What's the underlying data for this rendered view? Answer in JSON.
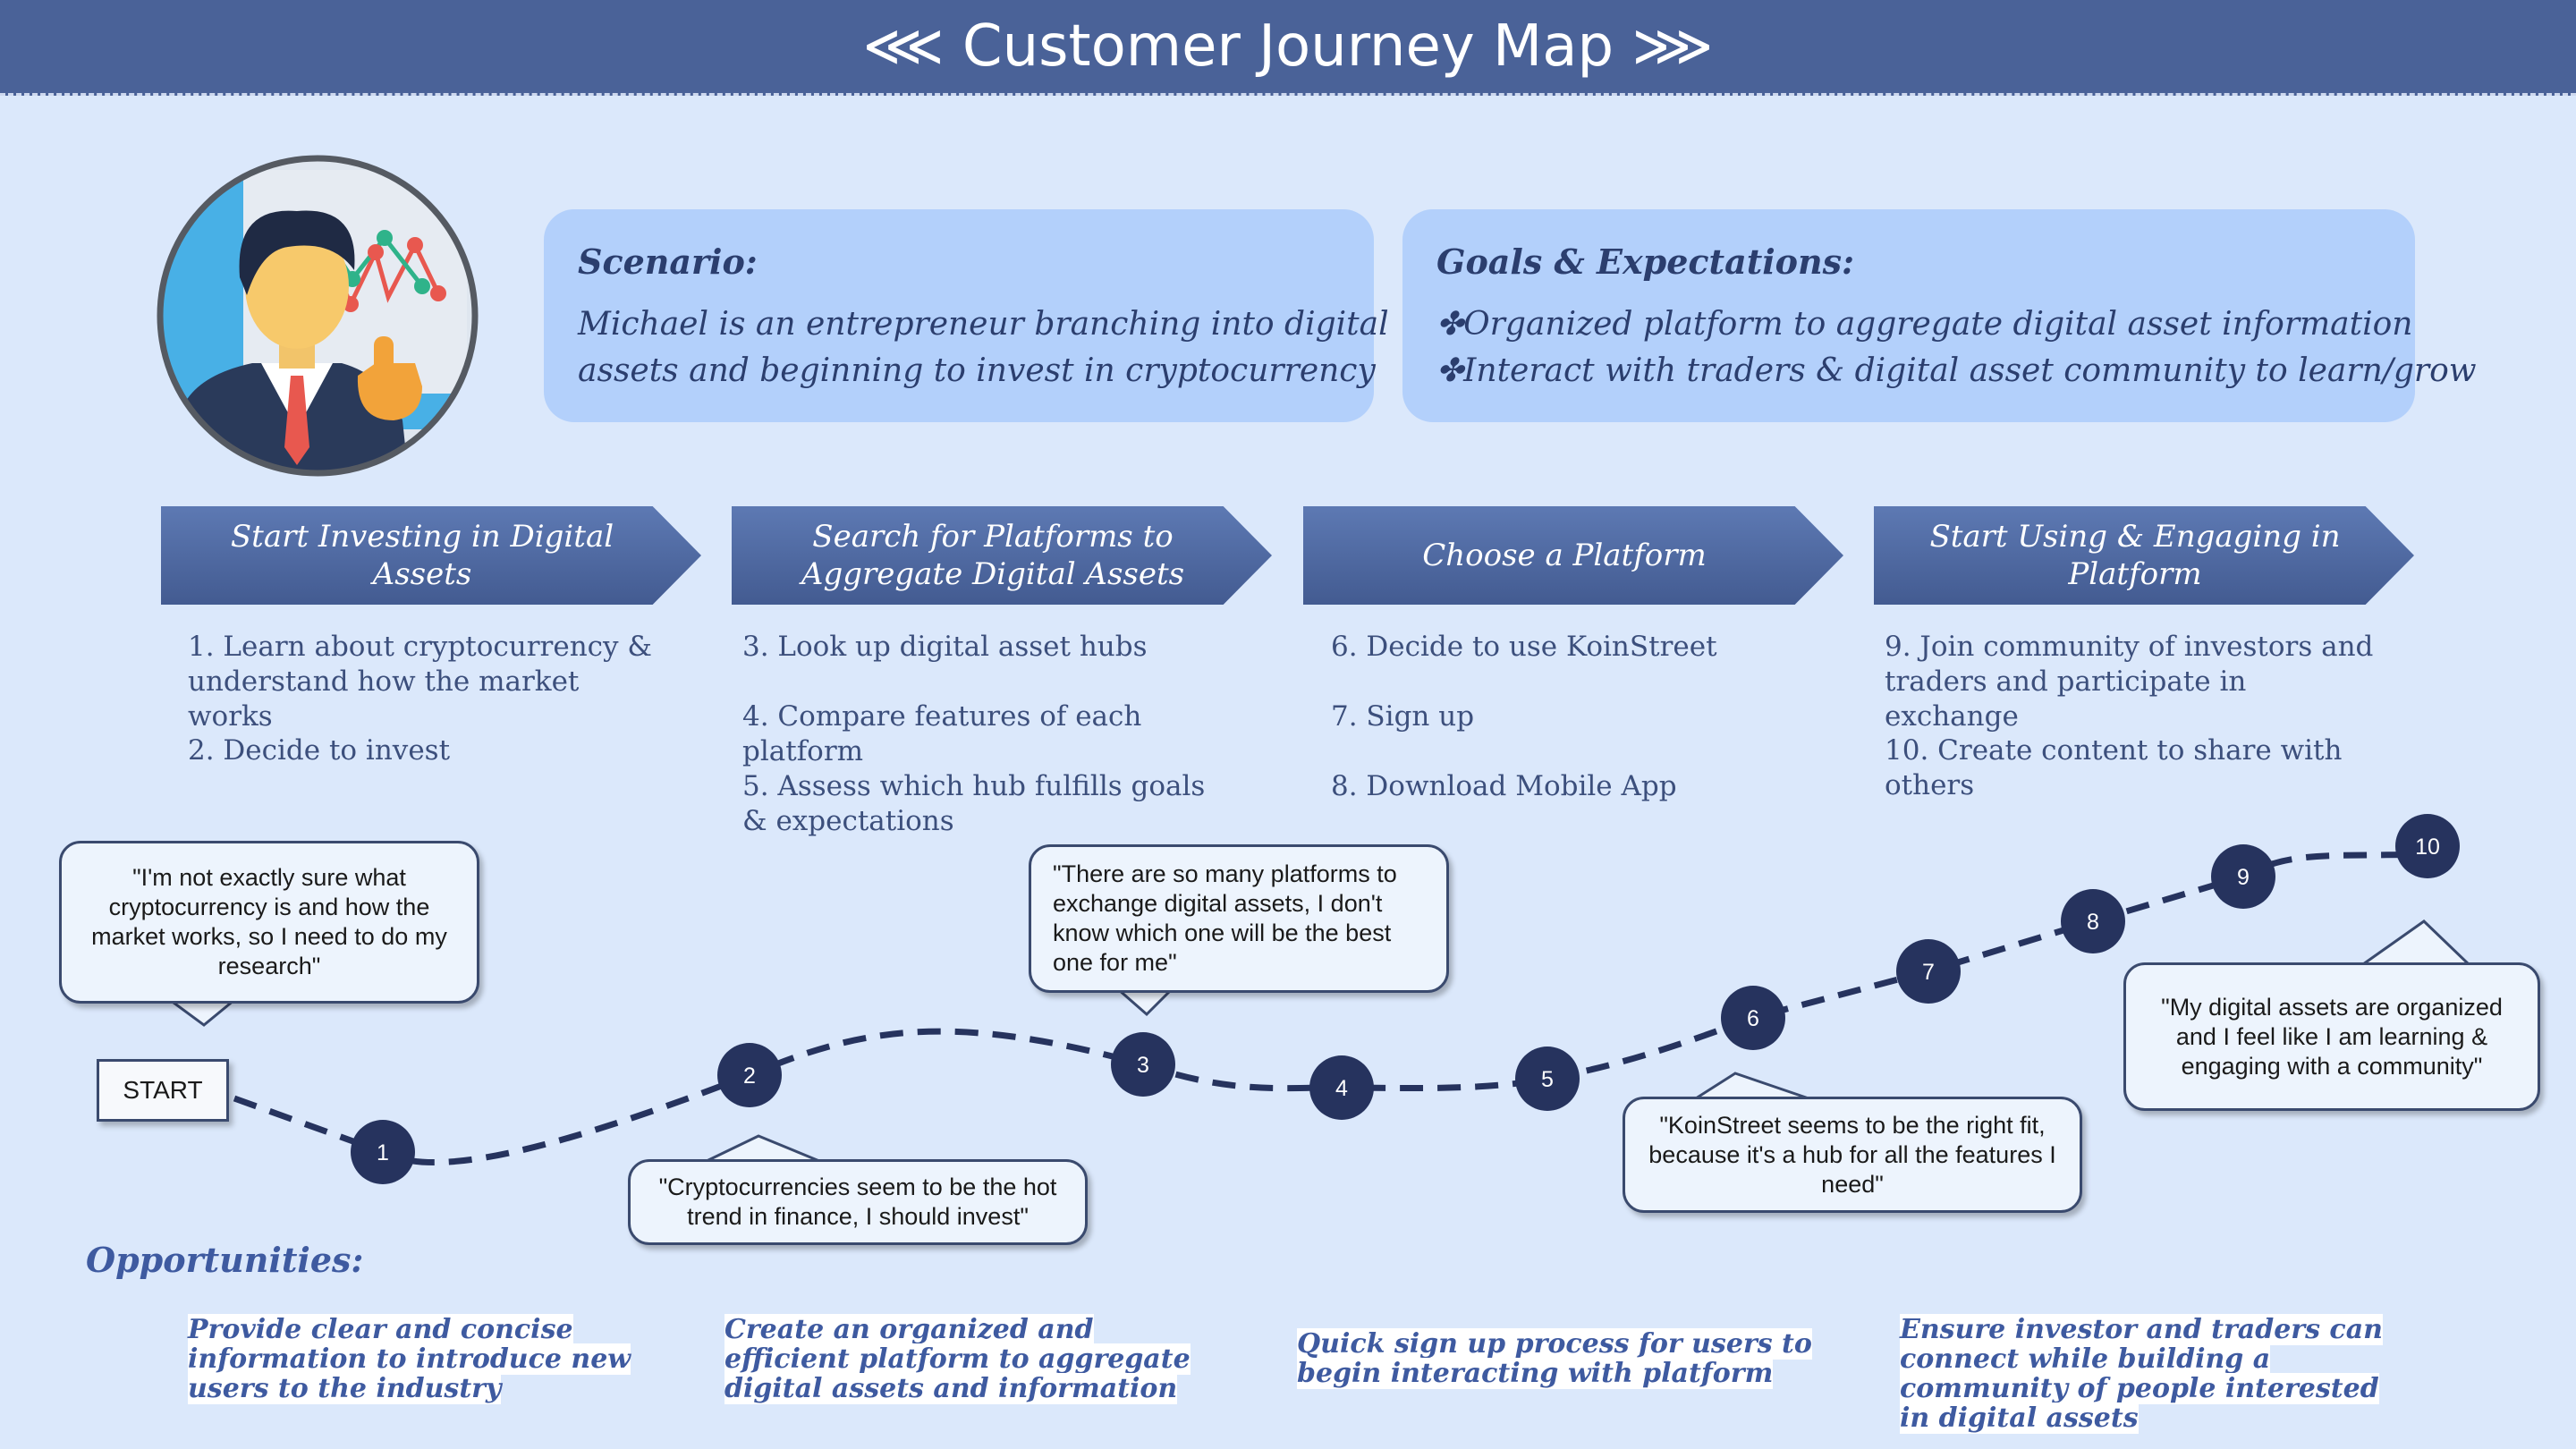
{
  "header": {
    "title": "⋘ Customer Journey Map ⋙"
  },
  "avatar": {
    "icon": "businessman-chart-icon"
  },
  "scenario": {
    "title": "Scenario:",
    "lines": [
      "Michael is an entrepreneur branching into digital",
      "assets and beginning to invest in cryptocurrency"
    ]
  },
  "goals": {
    "title": "Goals & Expectations:",
    "marker": "✤",
    "lines": [
      "Organized platform to aggregate digital asset information",
      "Interact with traders & digital asset community to learn/grow"
    ]
  },
  "stages": [
    {
      "label": "Start Investing in Digital Assets",
      "steps": [
        "1. Learn about cryptocurrency & understand how the market works",
        "2. Decide to invest"
      ]
    },
    {
      "label": "Search for Platforms to Aggregate Digital Assets",
      "steps": [
        "3. Look up digital asset hubs",
        "4. Compare features of each platform",
        "5. Assess which hub fulfills goals & expectations"
      ]
    },
    {
      "label": "Choose a Platform",
      "steps": [
        "6. Decide to use KoinStreet",
        "7.  Sign up",
        "8. Download Mobile App"
      ]
    },
    {
      "label": "Start Using & Engaging in Platform",
      "steps": [
        "9. Join community of investors and traders and participate in exchange",
        "10. Create content to share with others"
      ]
    }
  ],
  "journey": {
    "start": "START",
    "points": [
      "1",
      "2",
      "3",
      "4",
      "5",
      "6",
      "7",
      "8",
      "9",
      "10"
    ],
    "quotes": [
      "\"I'm not exactly sure what cryptocurrency is and how the market works, so I need to do my research\"",
      "\"Cryptocurrencies seem to be the hot trend in finance, I should invest\"",
      "\"There are so many platforms to exchange digital assets, I don't know which one will be the best one for me\"",
      "\"KoinStreet seems to be the right fit, because it's a hub for all the features I need\"",
      "\"My digital assets are organized and I feel like I am learning & engaging with a community\""
    ]
  },
  "opportunities": {
    "title": "Opportunities:",
    "items": [
      "Provide clear and concise information to introduce new users to the industry",
      "Create an organized and efficient platform to aggregate digital assets and information",
      "Quick sign up process for users to begin interacting with platform",
      "Ensure investor and traders can connect while building a community of people interested in digital assets"
    ]
  },
  "colors": {
    "header": "#4a6298",
    "background": "#dbe8fb",
    "infobox": "#b3d0fb",
    "dot": "#26335e",
    "accent_text": "#3e5aa0"
  }
}
